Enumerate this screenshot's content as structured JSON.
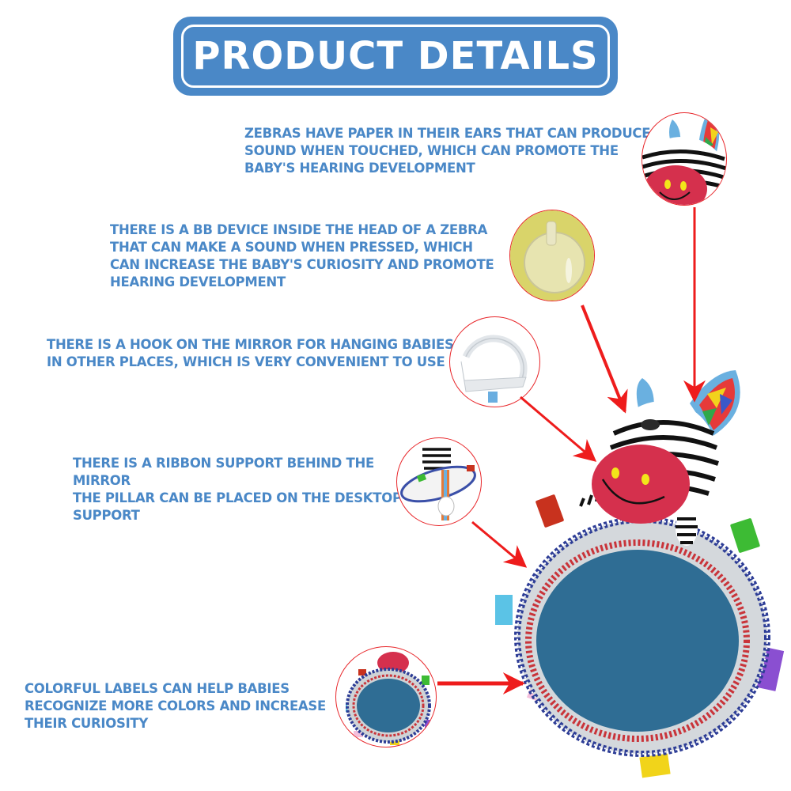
{
  "header": {
    "title": "PRODUCT DETAILS",
    "color": "#4a88c7"
  },
  "features": [
    {
      "id": "ear-paper",
      "text": "ZEBRAS HAVE PAPER IN THEIR EARS THAT CAN PRODUCE\nSOUND WHEN TOUCHED, WHICH CAN PROMOTE THE\nBABY'S HEARING DEVELOPMENT",
      "image": "zebra-ear-closeup"
    },
    {
      "id": "bb-device",
      "text": "THERE IS A BB DEVICE INSIDE THE HEAD OF A ZEBRA\nTHAT CAN MAKE A SOUND WHEN PRESSED, WHICH\nCAN INCREASE THE BABY'S CURIOSITY AND PROMOTE\nHEARING DEVELOPMENT",
      "image": "squeaker-bb-device"
    },
    {
      "id": "hook",
      "text": "THERE IS A HOOK ON THE MIRROR FOR HANGING BABIES\nIN OTHER PLACES, WHICH IS VERY CONVENIENT TO USE",
      "image": "plastic-hook-ring"
    },
    {
      "id": "ribbon-support",
      "text": "THERE IS A RIBBON SUPPORT BEHIND THE\nMIRROR\nTHE PILLAR CAN BE PLACED ON THE DESKTOP\nSUPPORT",
      "image": "mirror-back-ribbon-support"
    },
    {
      "id": "colorful-labels",
      "text": "COLORFUL LABELS CAN HELP BABIES\nRECOGNIZE MORE COLORS AND INCREASE\nTHEIR CURIOSITY",
      "image": "mirror-front-small"
    }
  ],
  "product": {
    "image": "zebra-baby-mirror-toy",
    "mirror_color": "#2f6d94",
    "tag_colors": [
      "#c8321e",
      "#3dbb34",
      "#5bc3e6",
      "#8a4fd1",
      "#f4c0dc",
      "#f1d41a"
    ]
  },
  "colors": {
    "text": "#4a88c7",
    "arrow": "#ee1c1c",
    "thumb_border": "#e8262a"
  }
}
